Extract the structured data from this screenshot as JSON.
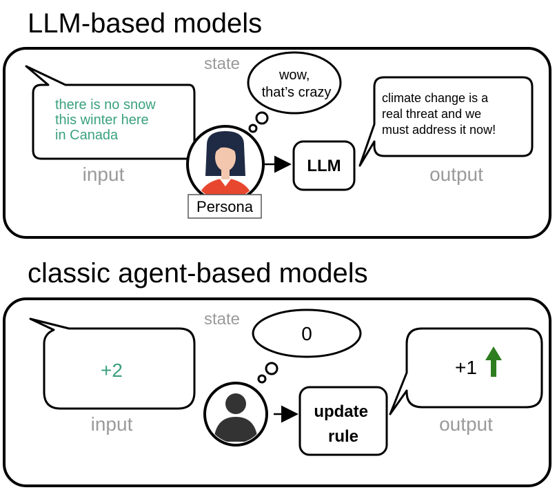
{
  "top_section": {
    "title": "LLM-based models",
    "state_label": "state",
    "thought_text": [
      "wow,",
      "that’s crazy"
    ],
    "input_text": [
      "there is no snow",
      "this winter here",
      "in Canada"
    ],
    "input_label": "input",
    "agent_label": "Persona",
    "model_label": "LLM",
    "output_text": [
      "climate change is a",
      "real threat and we",
      "must address it now!"
    ],
    "output_label": "output"
  },
  "bottom_section": {
    "title": "classic agent-based models",
    "state_label": "state",
    "state_value": "0",
    "input_value": "+2",
    "input_label": "input",
    "rule_label": [
      "update",
      "rule"
    ],
    "output_value": "+1",
    "output_label": "output"
  },
  "colors": {
    "input_text": "#3aa17e",
    "label_gray": "#9a9a9a",
    "up_arrow": "#2e7d1f",
    "persona_shirt": "#e8472f",
    "persona_hair": "#1f2a44",
    "persona_skin": "#f2c7ad",
    "avatar_dark": "#333333"
  },
  "icons": {
    "persona": "persona-avatar-icon",
    "generic_user": "user-silhouette-icon",
    "up_arrow": "arrow-up-icon"
  }
}
